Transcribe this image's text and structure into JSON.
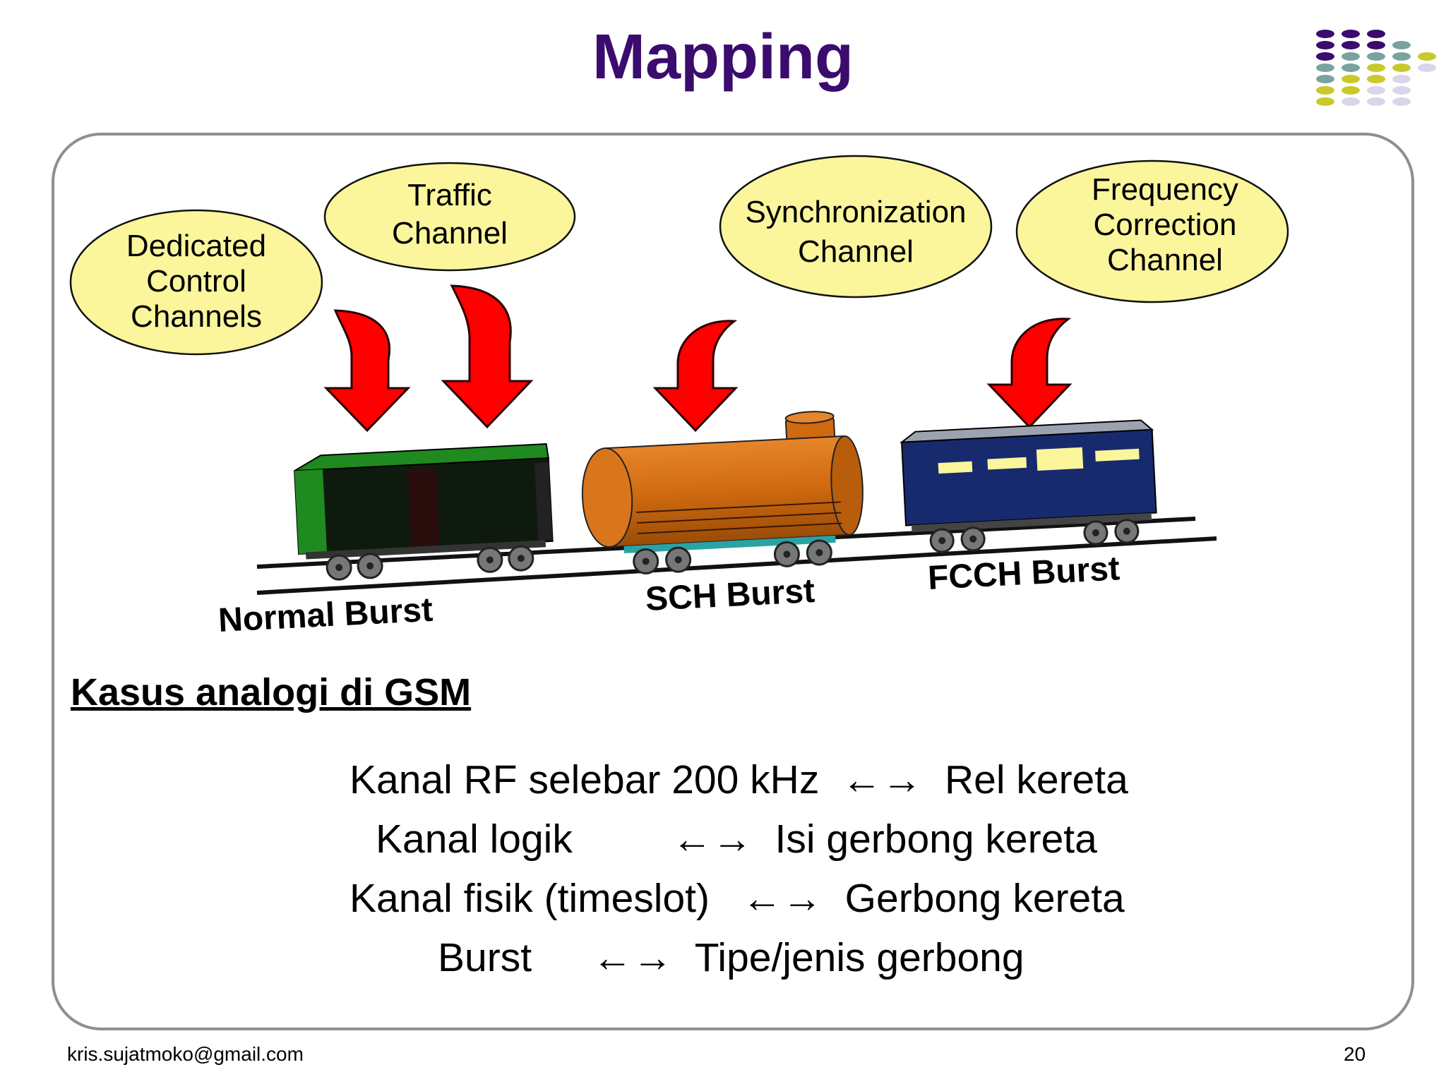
{
  "slide": {
    "title": "Mapping",
    "page_number": "20",
    "author_email": "kris.sujatmoko@gmail.com"
  },
  "channels": [
    {
      "id": "dedicated",
      "lines": [
        "Dedicated",
        "Control",
        "Channels"
      ]
    },
    {
      "id": "traffic",
      "lines": [
        "Traffic",
        "Channel"
      ]
    },
    {
      "id": "sync",
      "lines": [
        "Synchronization",
        "Channel"
      ]
    },
    {
      "id": "freq",
      "lines": [
        "Frequency",
        "Correction",
        "Channel"
      ]
    }
  ],
  "bursts": {
    "normal": "Normal Burst",
    "sch": "SCH Burst",
    "fcch": "FCCH Burst"
  },
  "analogy": {
    "heading": "Kasus analogi di GSM",
    "rows": [
      {
        "left": "Kanal RF selebar 200 kHz",
        "arrow": "←→",
        "right": "Rel kereta"
      },
      {
        "left": "Kanal logik",
        "arrow": "←→",
        "right": "Isi gerbong kereta"
      },
      {
        "left": "Kanal fisik (timeslot)",
        "arrow": "←→",
        "right": "Gerbong kereta"
      },
      {
        "left": "Burst",
        "arrow": "←→",
        "right": "Tipe/jenis gerbong"
      }
    ]
  },
  "colors": {
    "title": "#3b0b6e",
    "bubble_fill": "#fbf59c",
    "arrow_red": "#ff0000",
    "boxcar_green": "#1f8a1f",
    "tanker_orange": "#cf6a0f",
    "passenger_navy": "#172a6e",
    "deco_purple": "#3b0b6e",
    "deco_teal": "#7aa3a0",
    "deco_lime": "#c9c92a",
    "deco_lavender": "#d8d6ea"
  }
}
